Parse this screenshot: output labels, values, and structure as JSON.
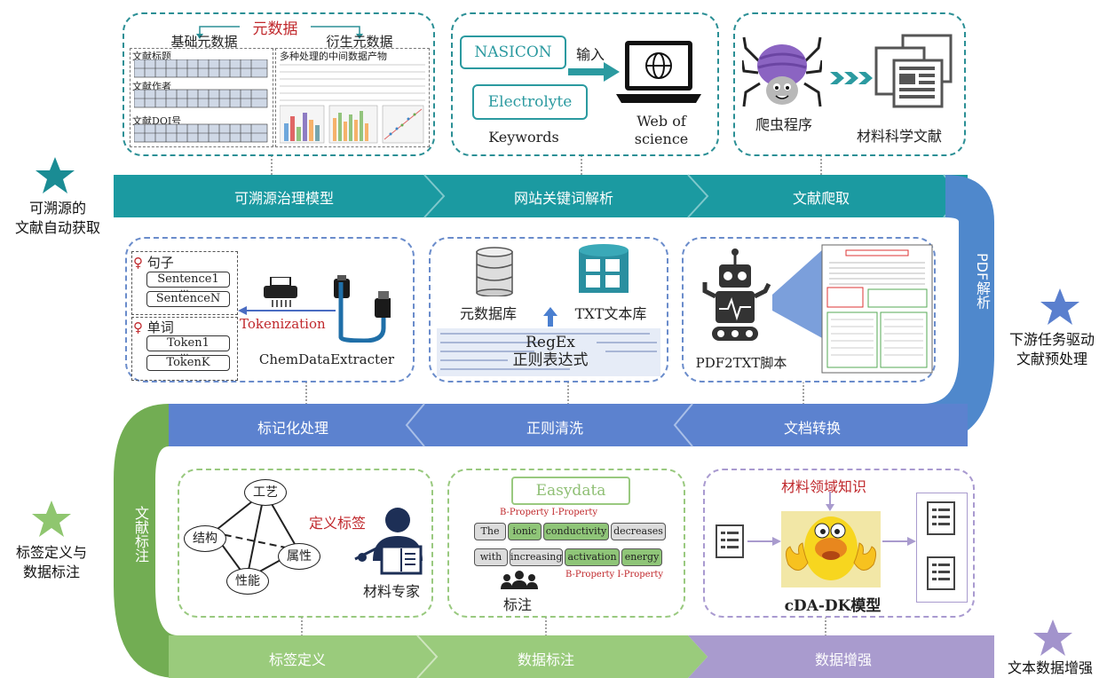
{
  "stars": {
    "acquisition": {
      "color": "#1a8c94",
      "label_line1": "可溯源的",
      "label_line2": "文献自动获取"
    },
    "preprocess": {
      "color": "#5a7fce",
      "label_line1": "下游任务驱动",
      "label_line2": "文献预处理"
    },
    "annotation": {
      "color": "#8fc66f",
      "label_line1": "标签定义与",
      "label_line2": "数据标注"
    },
    "augmentation": {
      "color": "#a293cc",
      "label_line1": "文本数据增强"
    }
  },
  "bands": {
    "top": [
      "可溯源治理模型",
      "网站关键词解析",
      "文献爬取"
    ],
    "curve_right": "PDF解析",
    "middle": [
      "标记化处理",
      "正则清洗",
      "文档转换"
    ],
    "curve_left": "文献标注",
    "bottom": [
      "标签定义",
      "数据标注",
      "数据增强"
    ]
  },
  "colors": {
    "teal": "#1b9aa1",
    "blue": "#5c82cf",
    "green": "#8dc56c",
    "purple": "#a99bce"
  },
  "panel_metadata": {
    "title": "元数据",
    "basic": "基础元数据",
    "derived": "衍生元数据",
    "items": [
      "文献标题",
      "文献作者",
      "文献DOI号"
    ],
    "intermediate": "多种处理的中间数据产物"
  },
  "panel_keywords": {
    "kw1": "NASICON",
    "kw2": "Electrolyte",
    "keywords_label": "Keywords",
    "input_label": "输入",
    "wos_line1": "Web of",
    "wos_line2": "science"
  },
  "panel_crawl": {
    "spider_label": "爬虫程序",
    "literature_label": "材料科学文献"
  },
  "panel_token": {
    "sentence_title": "句子",
    "sentence_first": "Sentence1",
    "sentence_last": "SentenceN",
    "word_title": "单词",
    "token_first": "Token1",
    "token_last": "TokenK",
    "ellipsis": "...",
    "tokenization": "Tokenization",
    "tool": "ChemDataExtracter"
  },
  "panel_regex": {
    "db_label": "元数据库",
    "txt_label": "TXT文本库",
    "regex_line1": "RegEx",
    "regex_line2": "正则表达式"
  },
  "panel_pdf": {
    "label": "PDF2TXT脚本"
  },
  "panel_label_def": {
    "nodes": [
      "工艺",
      "结构",
      "属性",
      "性能"
    ],
    "define": "定义标签",
    "expert": "材料专家"
  },
  "panel_annot": {
    "tool": "Easydata",
    "bprop1": "B-Property I-Property",
    "row1": [
      "The",
      "ionic",
      "conductivity",
      "decreases"
    ],
    "row2": [
      "with",
      "increasing",
      "activation",
      "energy"
    ],
    "bprop2": "B-Property I-Property",
    "label": "标注"
  },
  "panel_aug": {
    "knowledge": "材料领域知识",
    "model": "cDA-DK模型"
  }
}
